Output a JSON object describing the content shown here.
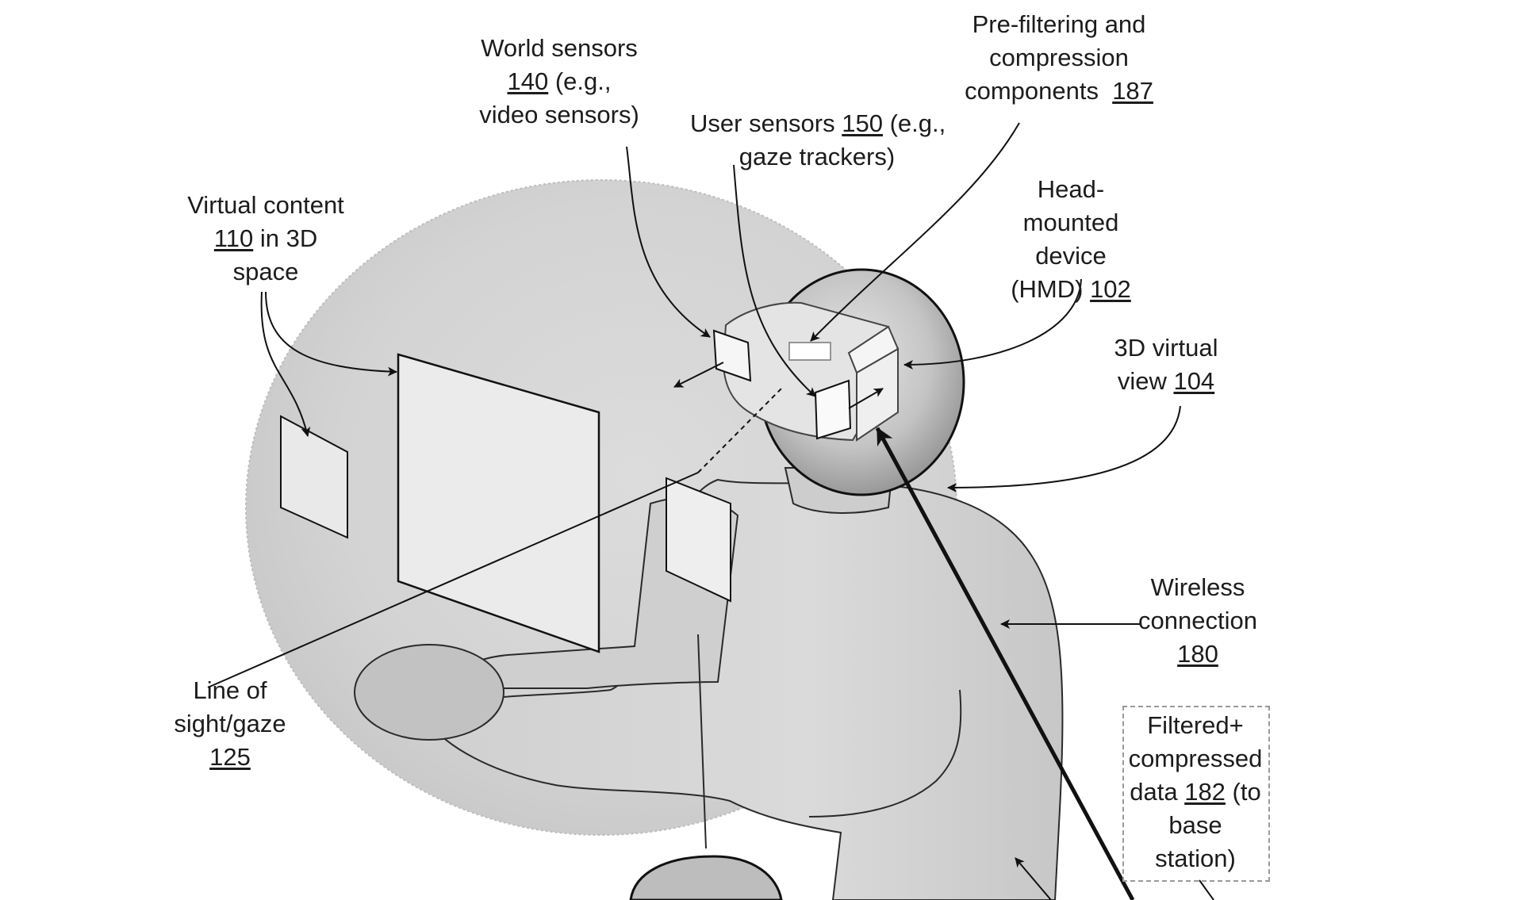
{
  "labels": {
    "world_sensors": {
      "l1": "World sensors",
      "ref": "140",
      "l2_rest": " (e.g.,",
      "l3": "video sensors)"
    },
    "prefilter": {
      "l1": "Pre-filtering and",
      "l2": "compression",
      "l3_pre": "components  ",
      "ref": "187"
    },
    "user_sensors": {
      "l1_pre": "User sensors ",
      "ref": "150",
      "l1_post": " (e.g.,",
      "l2": "gaze trackers)"
    },
    "virtual_content": {
      "l1": "Virtual content",
      "ref": "110",
      "l2_rest": " in 3D",
      "l3": "space"
    },
    "hmd": {
      "l1": "Head-",
      "l2": "mounted",
      "l3": "device",
      "l4_pre": "(HMD) ",
      "ref": "102"
    },
    "virtual_view": {
      "l1": "3D virtual",
      "l2_pre": "view ",
      "ref": "104"
    },
    "wireless": {
      "l1": "Wireless",
      "l2": "connection",
      "ref": "180"
    },
    "gaze": {
      "l1": "Line of",
      "l2": "sight/gaze",
      "ref": "125"
    },
    "filtered": {
      "l1": "Filtered+",
      "l2": "compressed",
      "l3_pre": "data ",
      "ref": "182",
      "l3_post": " (to",
      "l4": "base",
      "l5": "station)"
    }
  }
}
